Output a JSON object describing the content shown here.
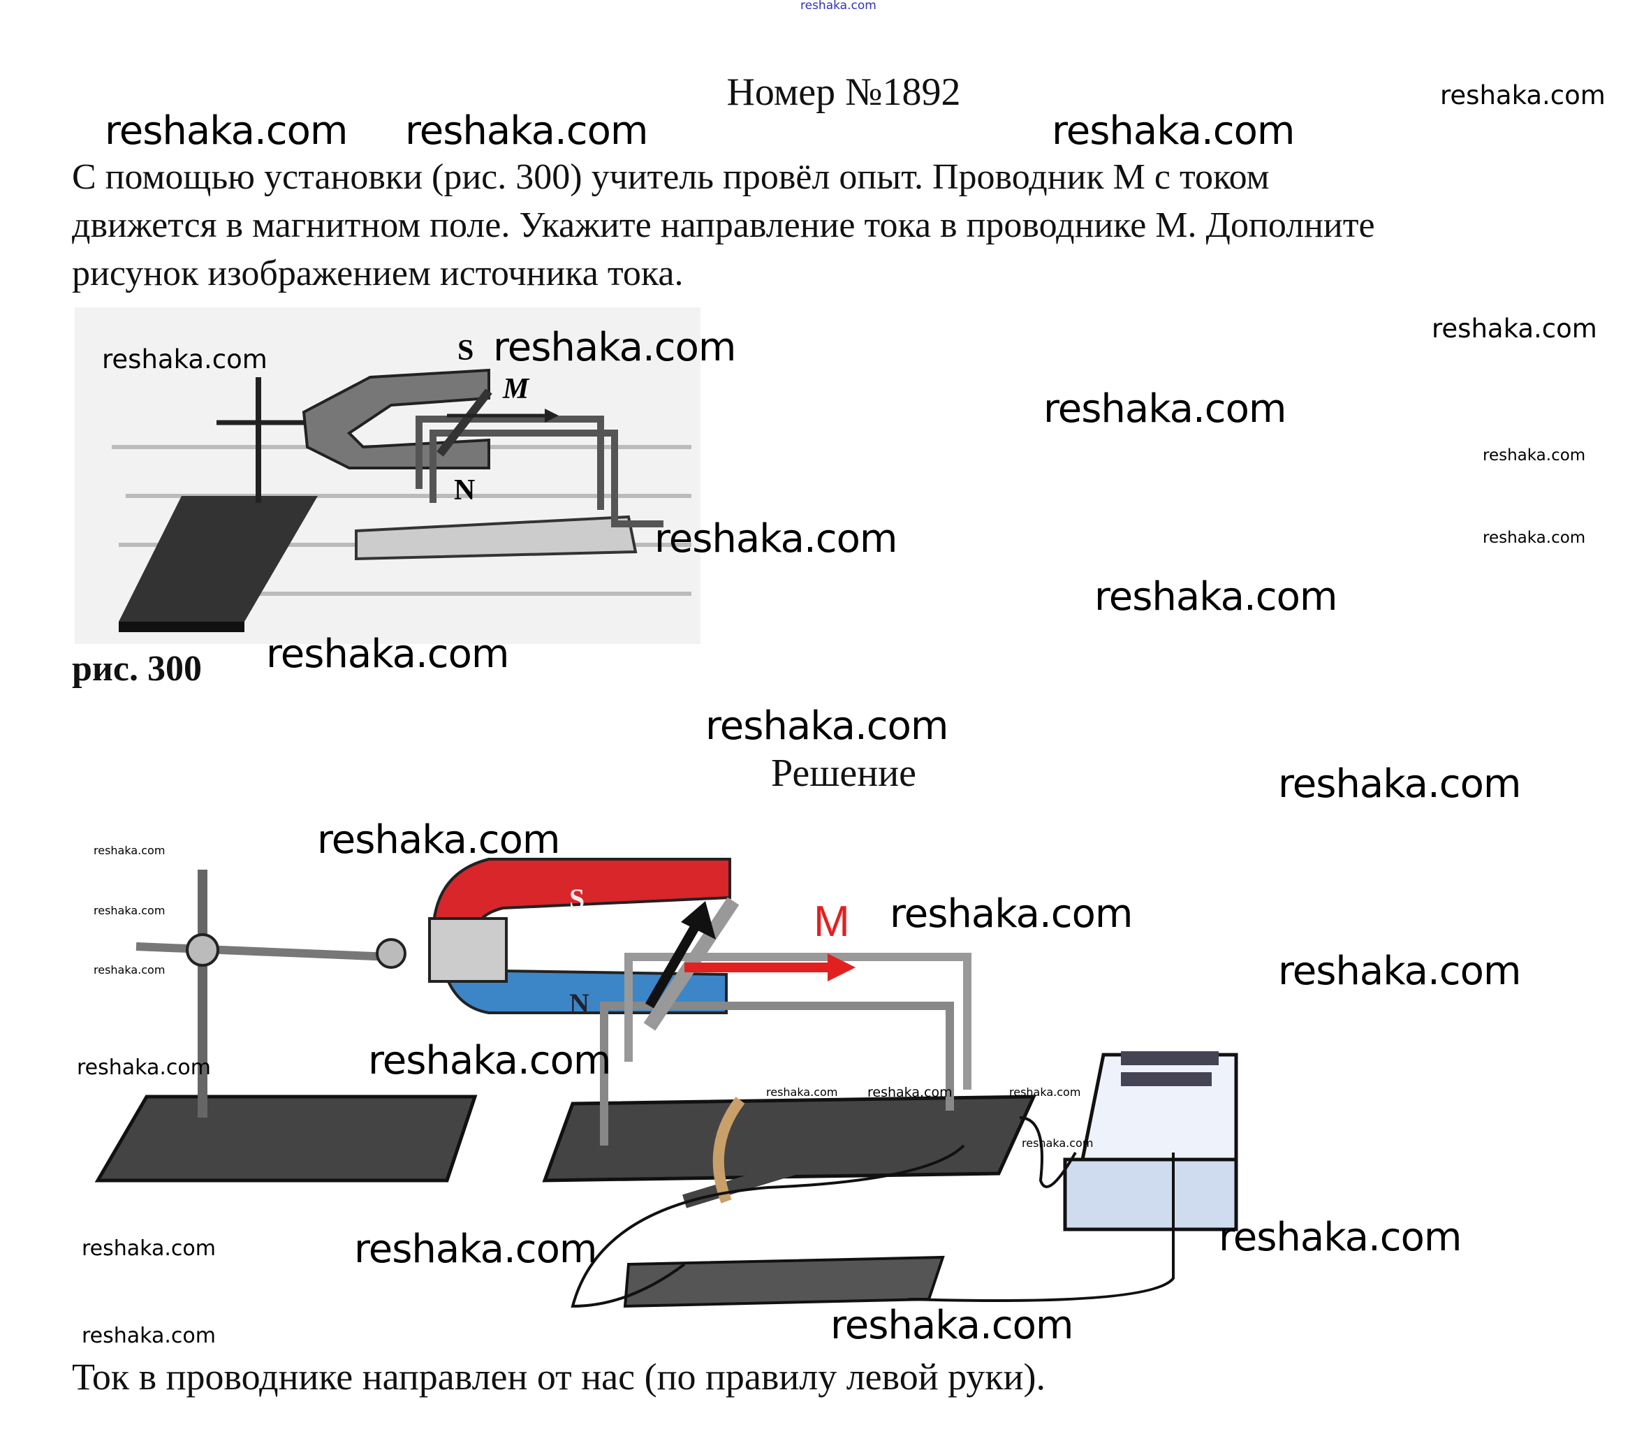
{
  "site_mark": "reshaka.com",
  "watermark": "reshaka.com",
  "title": "Номер №1892",
  "problem_lines": [
    "С помощью установки (рис. 300) учитель провёл опыт. Проводник М с током",
    "движется в магнитном поле. Укажите направление тока в проводнике М. Дополните",
    "рисунок изображением источника тока."
  ],
  "figure1": {
    "caption": "рис. 300",
    "label_s": "S",
    "label_m": "M",
    "label_n": "N"
  },
  "solution_heading": "Решение",
  "figure2": {
    "label_s": "S",
    "label_n": "N",
    "label_m": "M",
    "magnet_north_color": "#d8262b",
    "magnet_south_color": "#3c86c8",
    "arrow_color": "#e32020"
  },
  "answer": "Ток в проводнике направлен от нас (по правилу левой руки)."
}
